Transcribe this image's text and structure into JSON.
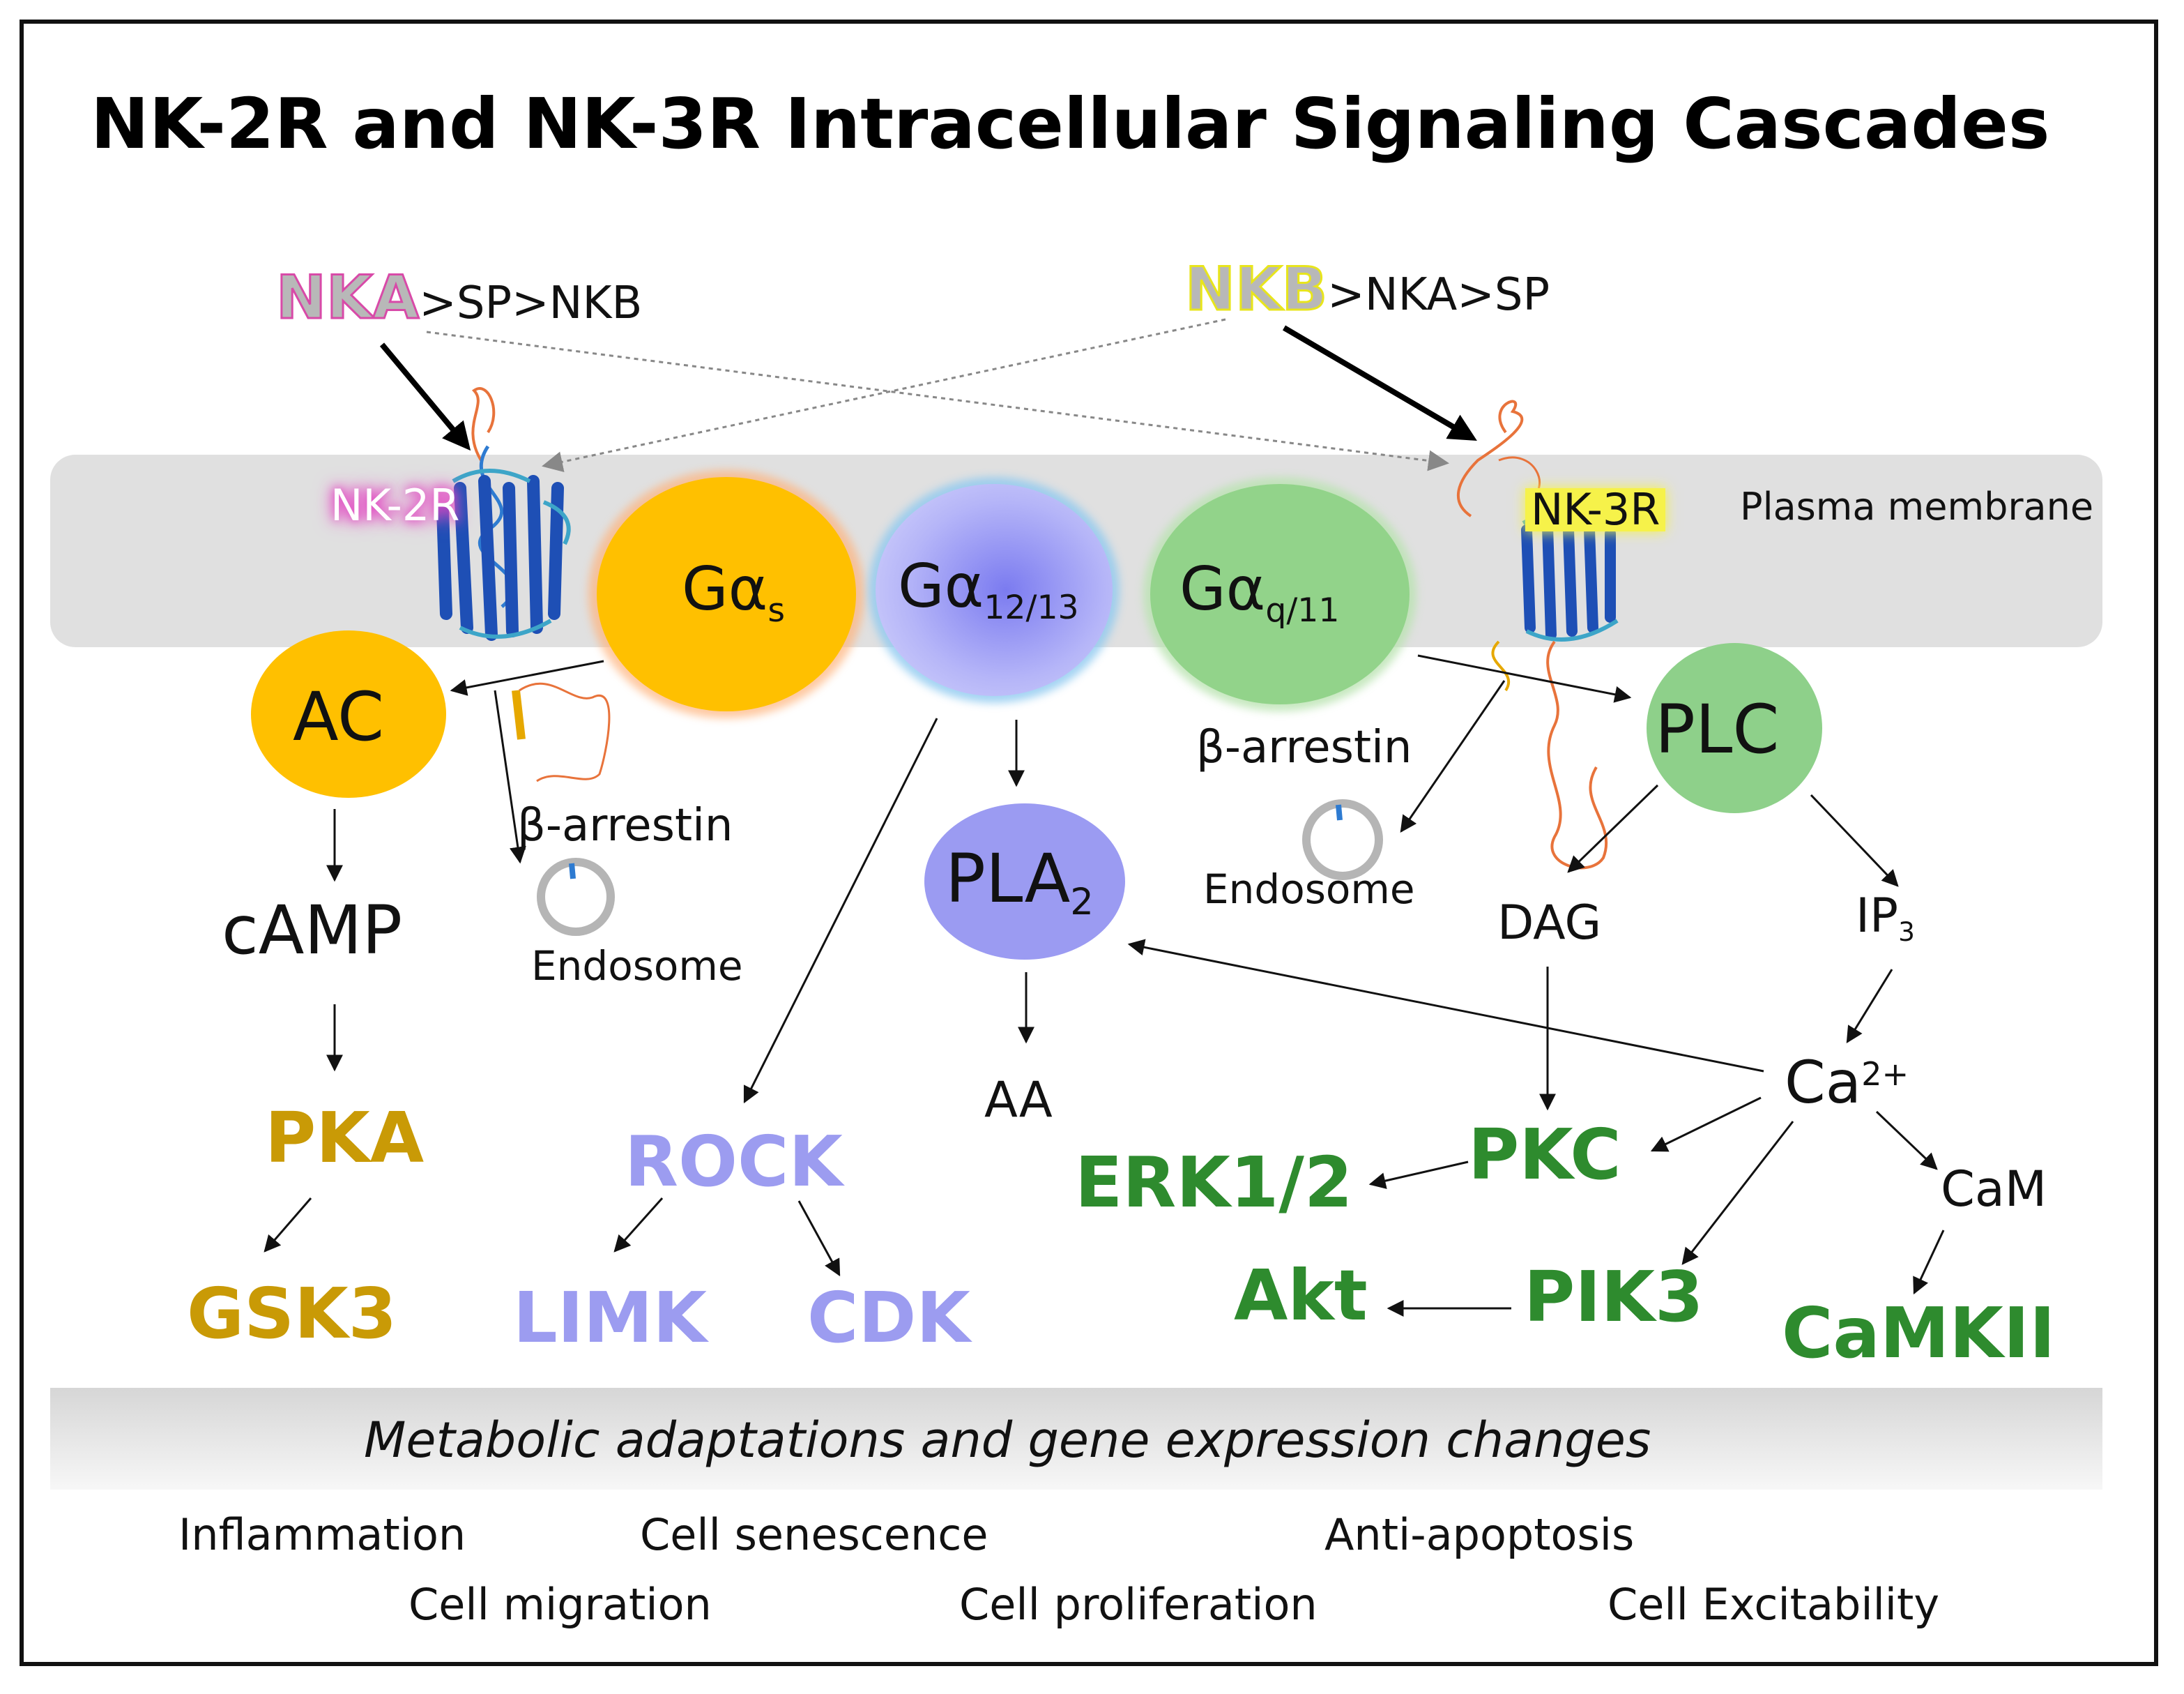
{
  "title": "NK-2R and NK-3R Intracellular Signaling Cascades",
  "ligands": {
    "left": {
      "main": "NKA",
      "rest": ">SP>NKB"
    },
    "right": {
      "main": "NKB",
      "rest": ">NKA>SP"
    }
  },
  "receptors": {
    "left": "NK-2R",
    "right": "NK-3R"
  },
  "membrane_label": "Plasma membrane",
  "g_proteins": {
    "gs": {
      "base": "Gα",
      "sub": "s"
    },
    "g1213": {
      "base": "Gα",
      "sub": "12/13"
    },
    "gq11": {
      "base": "Gα",
      "sub": "q/11"
    }
  },
  "effectors": {
    "ac": "AC",
    "plc": "PLC",
    "pla2": {
      "base": "PLA",
      "sub": "2"
    }
  },
  "arrestin_label": "β-arrestin",
  "endosome_label": "Endosome",
  "messengers": {
    "camp": "cAMP",
    "dag": "DAG",
    "ip3": {
      "base": "IP",
      "sub": "3"
    },
    "ca": {
      "base": "Ca",
      "sup": "2+"
    },
    "aa": "AA",
    "cam": "CaM"
  },
  "kinases": {
    "pka": "PKA",
    "gsk3": "GSK3",
    "rock": "ROCK",
    "limk": "LIMK",
    "cdk": "CDK",
    "pkc": "PKC",
    "erk": "ERK1/2",
    "akt": "Akt",
    "pik3": "PIK3",
    "camkii": "CaMKII"
  },
  "outcome_banner": "Metabolic adaptations and gene expression changes",
  "outcomes": [
    "Inflammation",
    "Cell senescence",
    "Anti-apoptosis",
    "Cell migration",
    "Cell proliferation",
    "Cell Excitability"
  ],
  "colors": {
    "membrane": "#E0E0E0",
    "gs": "#FFC000",
    "g1213": "#A8A8F8",
    "gq11": "#92D38A",
    "plc": "#8ED08A",
    "pla2": "#9B9BF2",
    "pka_text": "#C99A06",
    "rock_text": "#9C9CF0",
    "pkc_text": "#2E8B2E",
    "nka_glow": "#E0409F",
    "nkb_glow": "#F2EF3B"
  }
}
